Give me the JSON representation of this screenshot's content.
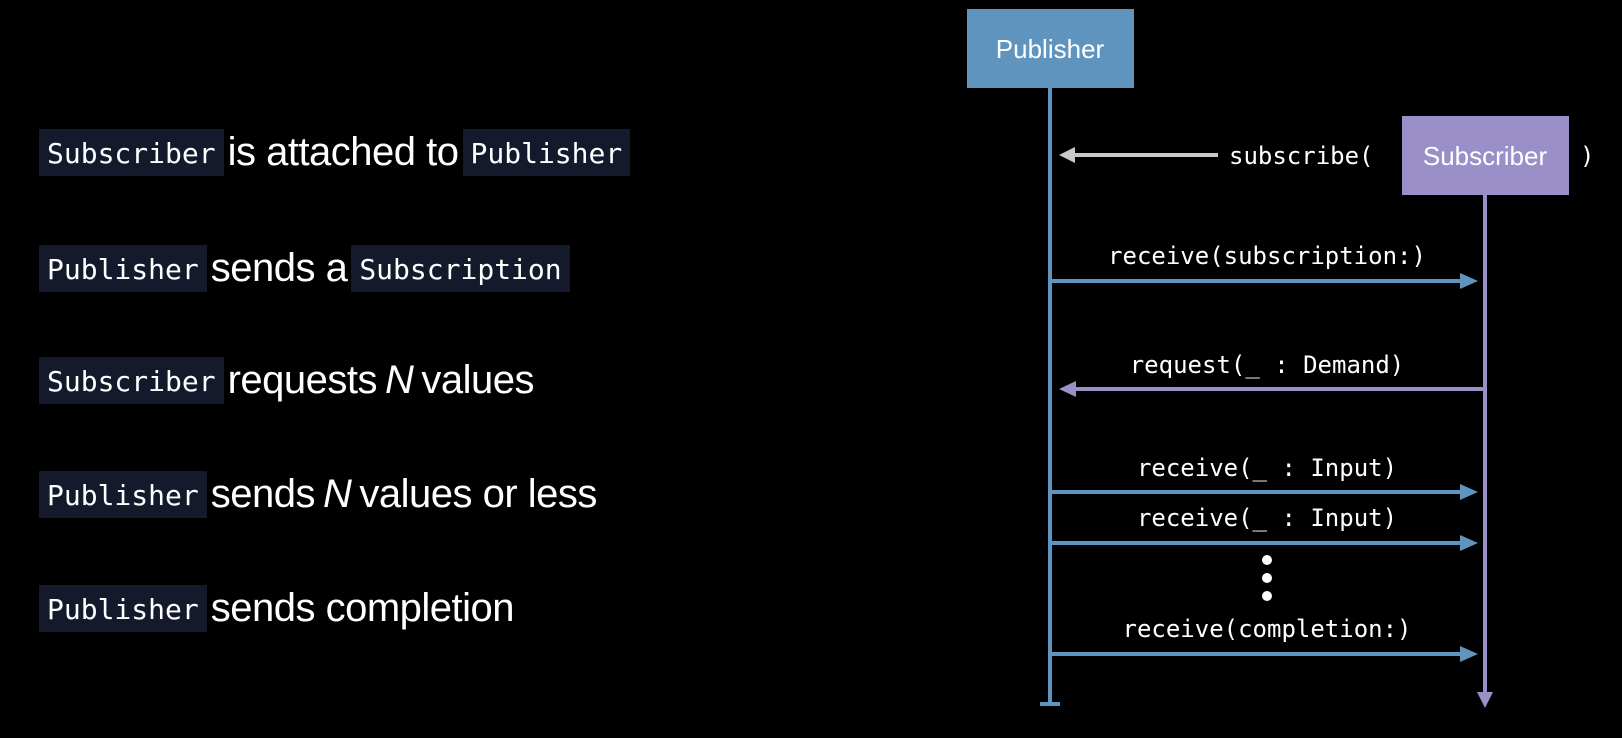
{
  "steps": [
    {
      "parts": [
        {
          "code": "Subscriber"
        },
        {
          "text": "is attached to"
        },
        {
          "code": "Publisher"
        }
      ]
    },
    {
      "parts": [
        {
          "code": "Publisher"
        },
        {
          "text": "sends a"
        },
        {
          "code": "Subscription"
        }
      ]
    },
    {
      "parts": [
        {
          "code": "Subscriber"
        },
        {
          "text": "requests"
        },
        {
          "italic": "N"
        },
        {
          "text": "values"
        }
      ]
    },
    {
      "parts": [
        {
          "code": "Publisher"
        },
        {
          "text": "sends"
        },
        {
          "italic": "N"
        },
        {
          "text": "values or less"
        }
      ]
    },
    {
      "parts": [
        {
          "code": "Publisher"
        },
        {
          "text": "sends completion"
        }
      ]
    }
  ],
  "diagram": {
    "publisher_label": "Publisher",
    "subscriber_label": "Subscriber",
    "subscribe_open": "subscribe(",
    "subscribe_close": ")",
    "messages": {
      "receive_subscription": "receive(subscription:)",
      "request_demand": "request(_ : Demand)",
      "receive_input_1": "receive(_ : Input)",
      "receive_input_2": "receive(_ : Input)",
      "receive_completion": "receive(completion:)"
    },
    "colors": {
      "publisher": "#5f94bf",
      "subscriber": "#9a8fc8",
      "subscribe_arrow": "#c8c8c8",
      "code_bg": "#141a2c",
      "background": "#000000"
    }
  }
}
